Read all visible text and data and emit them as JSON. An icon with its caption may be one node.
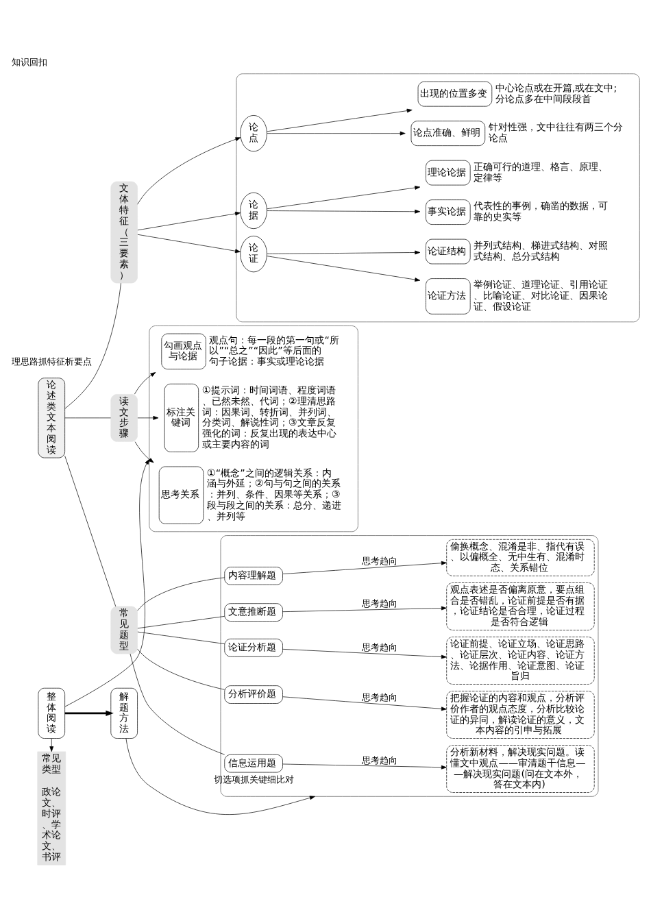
{
  "diagram": {
    "title": "知识回扣",
    "nodes": [
      {
        "text": [
          "论述类文本阅读"
        ]
      },
      {
        "text": [],
        "shape": "box"
      },
      {
        "text": [
          "文体特征（三要素）"
        ]
      },
      {
        "text": [
          "论点"
        ],
        "in": 1
      },
      {
        "text": [
          "论点准确、鲜明"
        ],
        "in": 1,
        "beside": [
          "针对性强，文中往往有两三个分论点"
        ]
      },
      {
        "text": [
          "出现的位置多变"
        ],
        "in": 1,
        "beside": [
          "中心论点或在开篇,或在文中;分论点多在中间段段首"
        ]
      },
      {
        "text": [
          "论据"
        ],
        "in": 1
      },
      {
        "text": [
          "事实论据"
        ],
        "in": 1,
        "beside": [
          "代表性的事例，确凿的数据，可靠的史实等"
        ]
      },
      {
        "text": [
          "理论论据"
        ],
        "in": 1,
        "beside": [
          "正确可行的道理、格言、原理、定律等"
        ]
      },
      {
        "text": [
          "论证"
        ],
        "in": 1
      },
      {
        "text": [
          "论证方法"
        ],
        "in": 1,
        "beside": [
          "举例论证、道理论证、引用论证、比喻论证、对比论证、因果论证、假设论证"
        ]
      },
      {
        "text": [
          "论证结构"
        ],
        "in": 1,
        "beside": [
          "并列式结构、梯进式结构、对照式结构、总分式结构"
        ]
      },
      {
        "text": [
          "常见类型",
          "政论文、时评、学术论文、书评"
        ]
      },
      {
        "text": [],
        "shape": "box"
      },
      {
        "text": [
          "读文步骤"
        ]
      },
      {
        "text": [
          "勾画观点与论据"
        ],
        "in": 13,
        "beside": [
          "观点句：每一段的第一句或“所以”“总之”“因此”等后面的句子论据：事实或理论论据"
        ]
      },
      {
        "text": [
          "标注关键词"
        ],
        "in": 13,
        "beside": [
          "①提示词：时间词语、程度词语、已然未然、代词；②理清思路词：因果词、转折词、并列词、分类词、解说性词；③文章反复强化的词：反复出现的表达中心或主要内容的词"
        ]
      },
      {
        "text": [
          "思考关系"
        ],
        "in": 13,
        "beside": [
          "①“概念”之间的逻辑关系：内涵与外延；②句与句之间的关系：并列、条件、因果等关系；③段与段之间的关系：总分、递进、并列等"
        ]
      },
      {
        "text": [],
        "shape": "box"
      },
      {
        "text": [
          "常见题型"
        ]
      },
      {
        "text": [
          "内容理解题"
        ],
        "in": 18
      },
      {
        "text": [
          "偷换概念、混淆是非、指代有误、以偏概全、无中生有、混淆时态、关系错位"
        ],
        "in": 18
      },
      {
        "text": [
          "文意推断题"
        ],
        "in": 18
      },
      {
        "text": [
          "观点表述是否偏离原意，要点组合是否错乱，论证前提是否有据，论证结论是否合理，论证过程是否符合逻辑"
        ],
        "in": 18
      },
      {
        "text": [
          "论证分析题"
        ],
        "in": 18
      },
      {
        "text": [
          "论证前提、论证立场、论证思路、论证层次、论证内容、论证方法、论据作用、论证意图、论证旨归"
        ],
        "in": 18
      },
      {
        "text": [
          "分析评价题"
        ],
        "in": 18
      },
      {
        "text": [
          "把握论证的内容和观点，分析评价作者的观点态度，分析比较论证的异同，解读论证的意义，文本内容的引申与拓展"
        ],
        "in": 18
      },
      {
        "text": [
          "信息运用题"
        ],
        "in": 18
      },
      {
        "text": [
          "分析新材料，解决现实问题。读懂文中观点——审清题干信息——解决现实问题(问在文本外，答在文本内)"
        ],
        "in": 18
      },
      {
        "text": [
          "整体阅读"
        ]
      },
      {
        "text": [
          "解题方法"
        ]
      }
    ],
    "edges": [
      {
        "from": 0,
        "to": 2,
        "arrow": "none"
      },
      {
        "from": 0,
        "to": 14,
        "arrow": "none"
      },
      {
        "from": 0,
        "to": 19,
        "arrow": "none"
      },
      {
        "from": 2,
        "to": 3,
        "arrow": "to"
      },
      {
        "from": 2,
        "to": 6,
        "arrow": "to"
      },
      {
        "from": 2,
        "to": 9,
        "arrow": "to"
      },
      {
        "from": 3,
        "to": 4,
        "arrow": "to"
      },
      {
        "from": 3,
        "to": 5,
        "arrow": "to"
      },
      {
        "from": 6,
        "to": 7,
        "arrow": "to"
      },
      {
        "from": 6,
        "to": 8,
        "arrow": "to"
      },
      {
        "from": 9,
        "to": 10,
        "arrow": "to"
      },
      {
        "from": 9,
        "to": 11,
        "arrow": "to"
      },
      {
        "from": 14,
        "to": 15,
        "arrow": "to"
      },
      {
        "from": 14,
        "to": 16,
        "arrow": "to"
      },
      {
        "from": 14,
        "to": 17,
        "arrow": "to"
      },
      {
        "from": 19,
        "to": 20,
        "arrow": "none"
      },
      {
        "from": 19,
        "to": 22,
        "arrow": "none"
      },
      {
        "from": 19,
        "to": 24,
        "arrow": "none"
      },
      {
        "from": 19,
        "to": 26,
        "arrow": "none"
      },
      {
        "from": 19,
        "to": 28,
        "arrow": "none"
      },
      {
        "from": 20,
        "to": 21,
        "arrow": "to",
        "label": "思考趋向"
      },
      {
        "from": 22,
        "to": 23,
        "arrow": "to",
        "label": "思考趋向"
      },
      {
        "from": 24,
        "to": 25,
        "arrow": "to",
        "label": "思考趋向"
      },
      {
        "from": 26,
        "to": 27,
        "arrow": "to",
        "label": "思考趋向"
      },
      {
        "from": 28,
        "to": 29,
        "arrow": "to",
        "label": "思考趋向"
      },
      {
        "from": 30,
        "to": 12,
        "arrow": "to"
      },
      {
        "from": 30,
        "to": 13,
        "arrow": "to"
      },
      {
        "from": 30,
        "to": 31,
        "arrow": "to",
        "style": "thick"
      },
      {
        "from": 31,
        "to": 18,
        "arrow": "to",
        "label": "切选项抓关键细比对"
      }
    ],
    "labels": [
      "理思路抓特征析要点"
    ]
  }
}
